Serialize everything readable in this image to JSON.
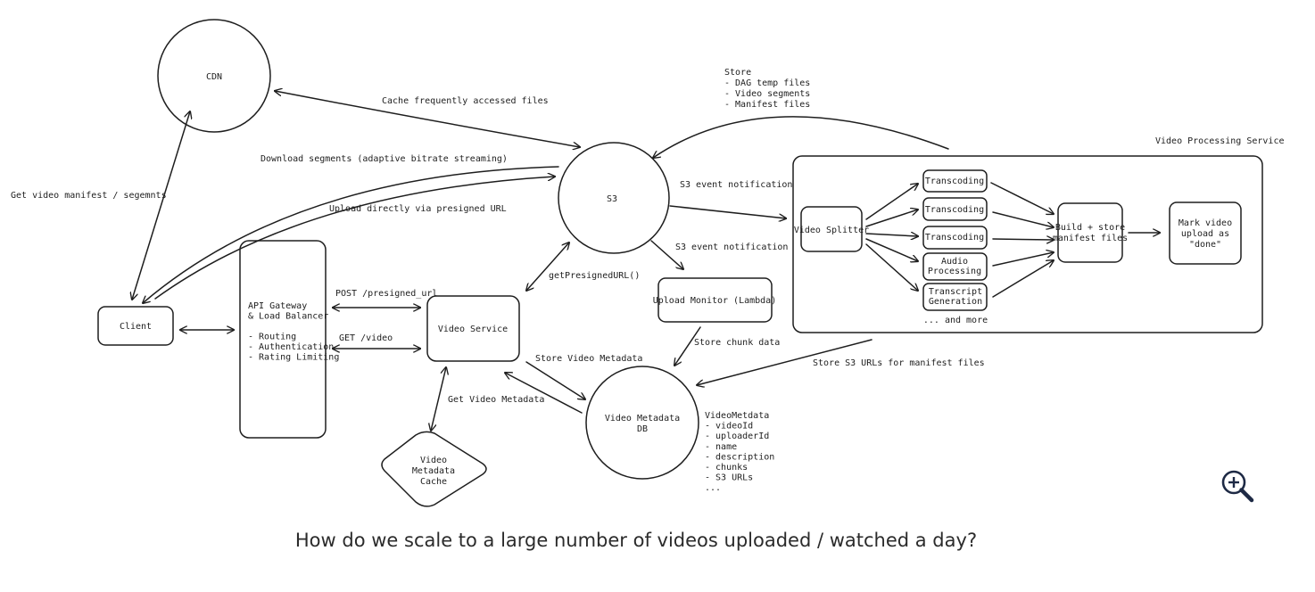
{
  "diagram": {
    "labels": {
      "cdn": "CDN",
      "s3": "S3",
      "client": "Client",
      "api_gateway": [
        "API Gateway",
        "& Load Balancer",
        "",
        "- Routing",
        "- Authentication",
        "- Rating Limiting"
      ],
      "video_service": "Video Service",
      "video_metadata_cache": [
        "Video",
        "Metadata",
        "Cache"
      ],
      "video_metadata_db": [
        "Video Metadata",
        "DB"
      ],
      "upload_monitor": "Upload Monitor (Lambda)",
      "video_processing_service": "Video Processing Service",
      "video_splitter": "Video Splitter",
      "transcoding_1": [
        "Transcoding"
      ],
      "transcoding_2": [
        "Transcoding"
      ],
      "transcoding_3": [
        "Transcoding"
      ],
      "audio_processing": [
        "Audio",
        "Processing"
      ],
      "transcript_generation": [
        "Transcript",
        "Generation"
      ],
      "and_more": "... and more",
      "build_manifest": [
        "Build + store",
        "manifest files"
      ],
      "mark_done": [
        "Mark video",
        "upload as",
        "\"done\""
      ]
    },
    "edges": {
      "cache_files": "Cache frequently accessed files",
      "download_segments": "Download segments (adaptive bitrate streaming)",
      "upload_presigned": "Upload directly via presigned URL",
      "get_manifest": "Get video manifest / segemnts",
      "s3_event_1": "S3 event notification",
      "s3_event_2": "S3 event notification",
      "post_presigned": "POST /presigned_url",
      "get_video": "GET /video",
      "get_presigned": "getPresignedURL()",
      "store_chunk": "Store chunk data",
      "store_metadata": "Store Video Metadata",
      "get_metadata": "Get Video Metadata",
      "store_s3_urls": "Store S3 URLs for manifest files"
    },
    "notes": {
      "store_note": [
        "Store",
        "- DAG temp files",
        "- Video segments",
        "- Manifest files"
      ],
      "metadata_fields": [
        "VideoMetdata",
        "- videoId",
        "- uploaderId",
        "- name",
        "- description",
        "- chunks",
        "- S3 URLs",
        "..."
      ]
    }
  },
  "caption": "How do we scale to a large number of videos uploaded / watched a day?",
  "icons": {
    "zoom": "zoom-in-icon"
  }
}
